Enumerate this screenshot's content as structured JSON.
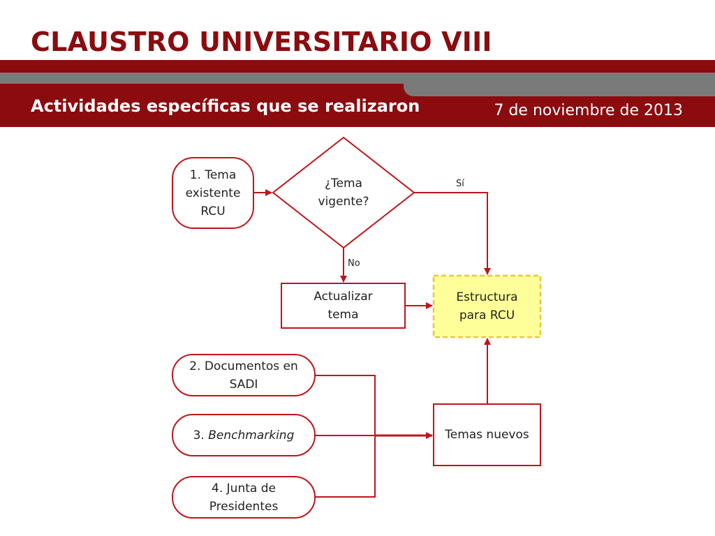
{
  "header": {
    "title": "CLAUSTRO UNIVERSITARIO VIII",
    "subtitle": "Actividades específicas que se realizaron",
    "date": "7 de noviembre de 2013"
  },
  "colors": {
    "accent": "#8b0b0f",
    "band_grey": "#7a7a7a",
    "highlight_fill": "#ffff99",
    "highlight_border": "#e8c63d",
    "line": "#c0141c"
  },
  "diagram": {
    "nodes": {
      "tema_existente": {
        "num": "1.",
        "text": "Tema existente RCU"
      },
      "decision": {
        "text": "¿Tema vigente?"
      },
      "actualizar": {
        "text": "Actualizar tema"
      },
      "estructura": {
        "text": "Estructura para RCU"
      },
      "documentos": {
        "num": "2.",
        "text": "Documentos en SADI"
      },
      "benchmarking": {
        "num": "3.",
        "text": "Benchmarking"
      },
      "junta": {
        "num": "4.",
        "text": "Junta de Presidentes"
      },
      "temas_nuevos": {
        "text": "Temas nuevos"
      }
    },
    "edges": {
      "yes_label": "Sí",
      "no_label": "No"
    }
  }
}
